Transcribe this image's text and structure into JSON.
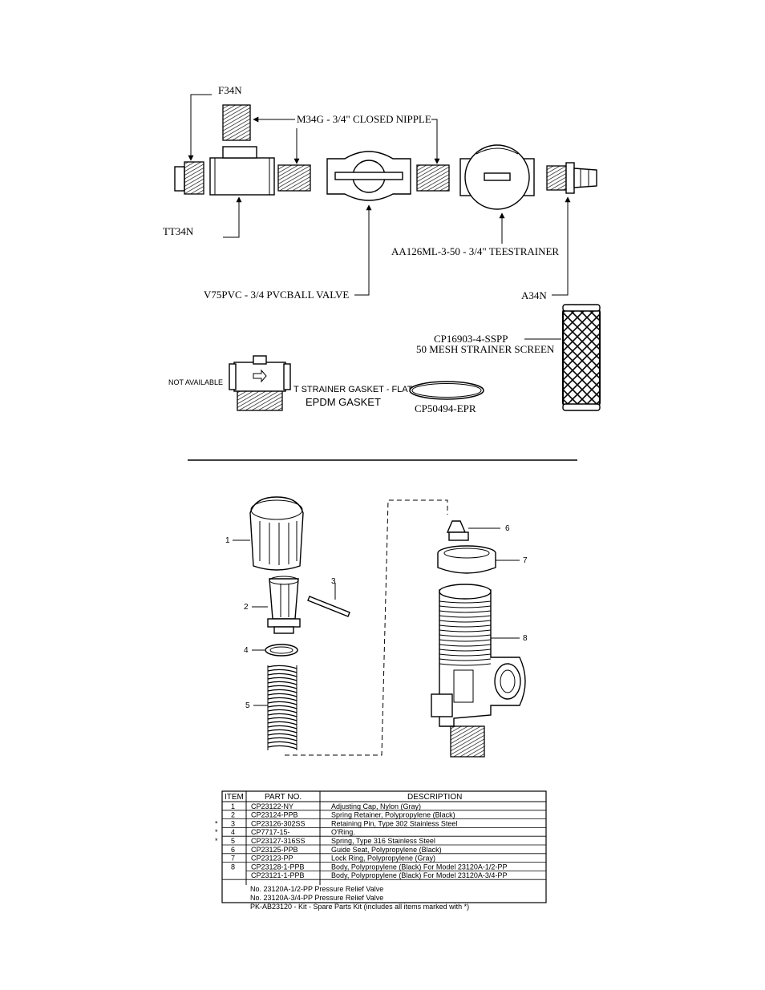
{
  "top_diagram": {
    "labels": {
      "f34n": "F34N",
      "m34g": "M34G - 3/4\" CLOSED NIPPLE",
      "tt34n": "TT34N",
      "aa126": "AA126ML-3-50 - 3/4\" TEESTRAINER",
      "v75pvc": "V75PVC - 3/4 PVCBALL VALVE",
      "a34n": "A34N",
      "cp16903": "CP16903-4-SSPP",
      "mesh": "50 MESH STRAINER SCREEN",
      "not_available": "NOT AVAILABLE",
      "gasket1": "T STRAINER GASKET -  FLAT",
      "gasket2": "EPDM GASKET",
      "cp50494": "CP50494-EPR"
    }
  },
  "exploded_view": {
    "callouts": [
      "1",
      "2",
      "3",
      "4",
      "5",
      "6",
      "7",
      "8"
    ]
  },
  "parts_table": {
    "headers": [
      "ITEM",
      "PART NO.",
      "DESCRIPTION"
    ],
    "rows": [
      {
        "mark": "",
        "item": "1",
        "part": "CP23122-NY",
        "desc": "Adjusting Cap, Nylon (Gray)"
      },
      {
        "mark": "",
        "item": "2",
        "part": "CP23124-PPB",
        "desc": "Spring Retainer, Polypropylene (Black)"
      },
      {
        "mark": "*",
        "item": "3",
        "part": "CP23126-302SS",
        "desc": "Retaining Pin, Type 302 Stainless Steel"
      },
      {
        "mark": "*",
        "item": "4",
        "part": "CP7717-15-",
        "desc": "O'Ring."
      },
      {
        "mark": "*",
        "item": "5",
        "part": "CP23127-316SS",
        "desc": "Spring, Type 316 Stainless Steel"
      },
      {
        "mark": "",
        "item": "6",
        "part": "CP23125-PPB",
        "desc": "Guide Seat, Polypropylene (Black)"
      },
      {
        "mark": "",
        "item": "7",
        "part": "CP23123-PP",
        "desc": "Lock Ring, Polypropylene (Gray)"
      },
      {
        "mark": "",
        "item": "8",
        "part": "CP23128-1-PPB",
        "desc": "Body, Polypropylene (Black) For Model 23120A-1/2-PP"
      },
      {
        "mark": "",
        "item": "",
        "part": "CP23121-1-PPB",
        "desc": "Body, Polypropylene (Black) For Model 23120A-3/4-PP"
      }
    ],
    "footer_rows": [
      "No. 23120A-1/2-PP Pressure Relief Valve",
      "No. 23120A-3/4-PP Pressure Relief Valve"
    ],
    "kit_note": "PK-AB23120  - Kit - Spare Parts Kit (includes all items marked with *)"
  }
}
